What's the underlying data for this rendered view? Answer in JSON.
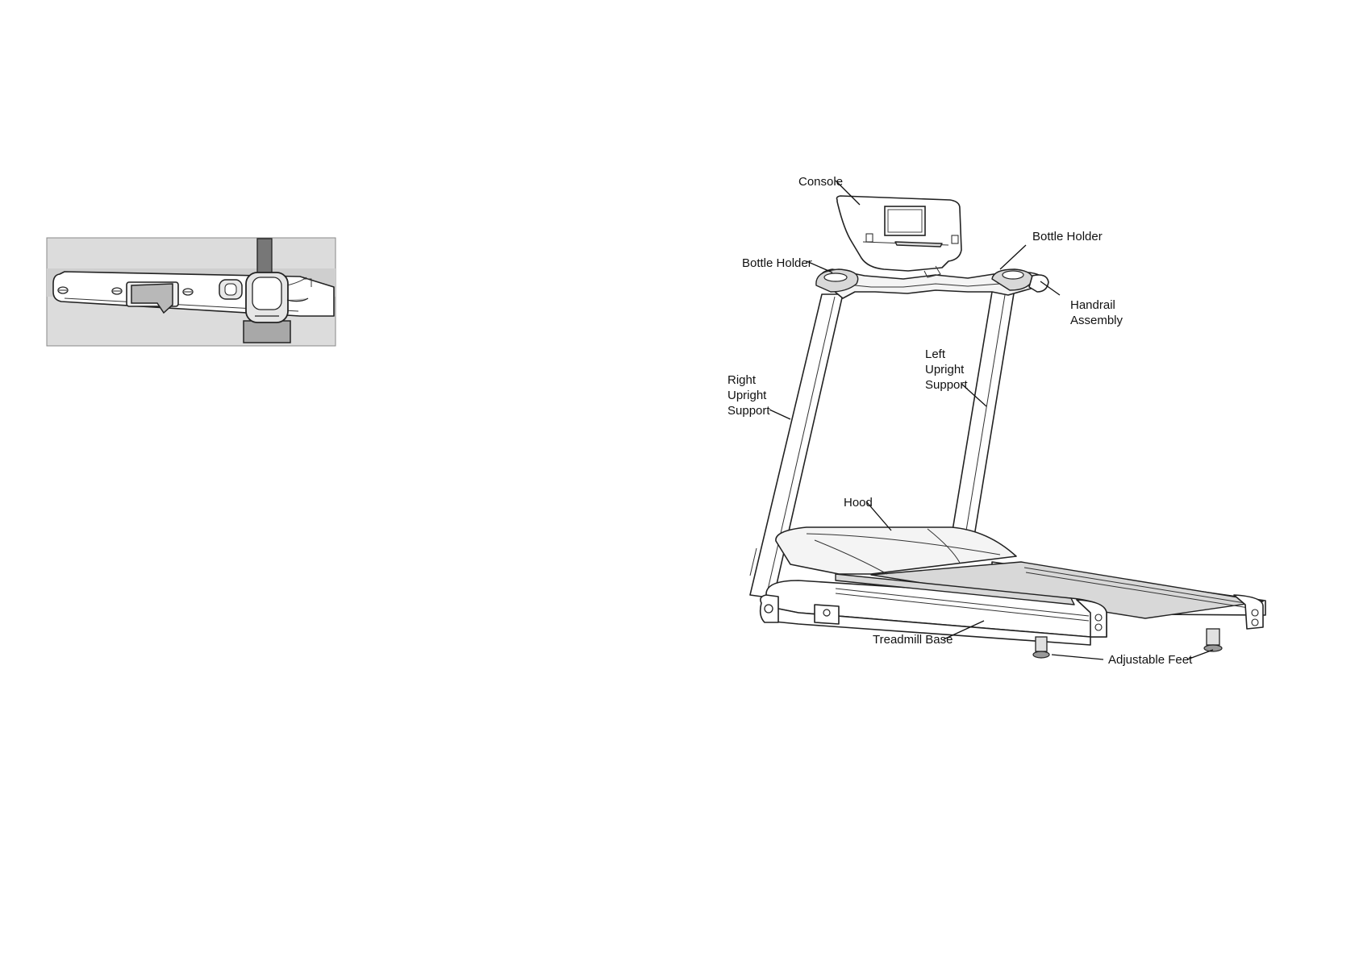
{
  "labels": {
    "console": "Console",
    "bottle_holder_right": "Bottle Holder",
    "bottle_holder_left": "Bottle Holder",
    "handrail_assembly_1": "Handrail",
    "handrail_assembly_2": "Assembly",
    "right_upright_1": "Right",
    "right_upright_2": "Upright",
    "right_upright_3": "Support",
    "left_upright_1": "Left",
    "left_upright_2": "Upright",
    "left_upright_3": "Support",
    "hood": "Hood",
    "treadmill_base": "Treadmill Base",
    "adjustable_feet": "Adjustable Feet"
  },
  "colors": {
    "line": "#111111",
    "inset_background": "#dcdcdc",
    "page": "#ffffff"
  },
  "icons": {
    "inset": "power-switch-detail",
    "main": "treadmill-parts-diagram"
  }
}
